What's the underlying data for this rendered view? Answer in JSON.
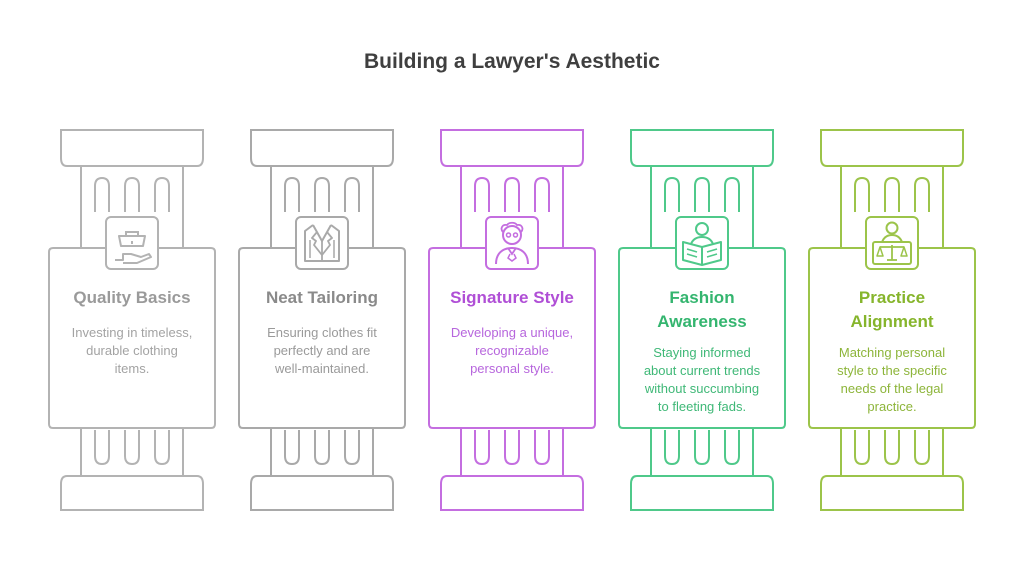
{
  "title": "Building a Lawyer's Aesthetic",
  "pillars": [
    {
      "heading": "Quality Basics",
      "heading_lines": [
        "Quality Basics"
      ],
      "desc_lines": [
        "Investing in timeless,",
        "durable clothing",
        "items."
      ],
      "color": "#b3b3b3",
      "heading_color": "#9a9a9a",
      "desc_color": "#a3a3a3",
      "icon": "briefcase-hand-icon"
    },
    {
      "heading": "Neat Tailoring",
      "heading_lines": [
        "Neat Tailoring"
      ],
      "desc_lines": [
        "Ensuring clothes fit",
        "perfectly and are",
        "well-maintained."
      ],
      "color": "#a9a9a9",
      "heading_color": "#8a8a8a",
      "desc_color": "#9a9a9a",
      "icon": "suit-jacket-icon"
    },
    {
      "heading": "Signature Style",
      "heading_lines": [
        "Signature Style"
      ],
      "desc_lines": [
        "Developing a unique,",
        "recognizable",
        "personal style."
      ],
      "color": "#c46ee0",
      "heading_color": "#b04fd6",
      "desc_color": "#b766dd",
      "icon": "elderly-person-icon"
    },
    {
      "heading": "Fashion Awareness",
      "heading_lines": [
        "Fashion",
        "Awareness"
      ],
      "desc_lines": [
        "Staying informed",
        "about current trends",
        "without succumbing",
        "to fleeting fads."
      ],
      "color": "#4fc98a",
      "heading_color": "#34b56f",
      "desc_color": "#3fb877",
      "icon": "reading-person-icon"
    },
    {
      "heading": "Practice Alignment",
      "heading_lines": [
        "Practice",
        "Alignment"
      ],
      "desc_lines": [
        "Matching personal",
        "style to the specific",
        "needs of the legal",
        "practice."
      ],
      "color": "#9cc44a",
      "heading_color": "#86b52c",
      "desc_color": "#8db53a",
      "icon": "justice-scales-icon"
    }
  ]
}
